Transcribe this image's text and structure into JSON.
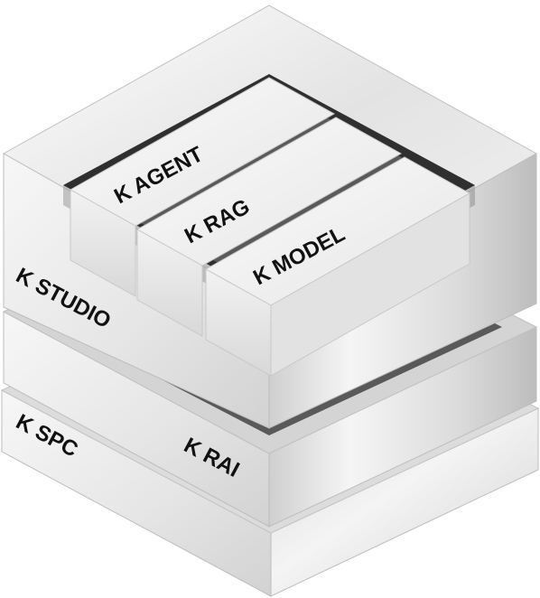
{
  "diagram": {
    "layers": {
      "base": "K SPC",
      "middle": "K RAI",
      "platform": "K STUDIO"
    },
    "modules": [
      "K AGENT",
      "K RAG",
      "K MODEL"
    ]
  },
  "colors": {
    "text": "#111111",
    "glass_light": "#f6f6f6",
    "glass_mid": "#e4e4e4",
    "glass_dark": "#c6c6c6",
    "shadow": "#3a3a3a"
  }
}
